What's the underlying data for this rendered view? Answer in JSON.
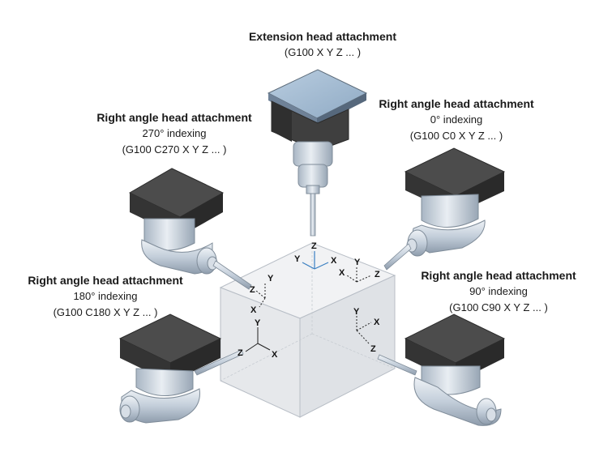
{
  "labels": {
    "extension": {
      "title": "Extension head attachment",
      "code": "(G100 X Y Z ... )"
    },
    "ra_270": {
      "title": "Right angle head attachment",
      "indexing": "270° indexing",
      "code": "(G100 C270 X Y Z ... )"
    },
    "ra_0": {
      "title": "Right angle head attachment",
      "indexing": "0° indexing",
      "code": "(G100 C0 X Y Z ... )"
    },
    "ra_180": {
      "title": "Right angle head attachment",
      "indexing": "180° indexing",
      "code": "(G100 C180 X Y Z ... )"
    },
    "ra_90": {
      "title": "Right angle head attachment",
      "indexing": "90° indexing",
      "code": "(G100 C90 X Y Z ... )"
    }
  },
  "axes": {
    "x": "X",
    "y": "Y",
    "z": "Z"
  },
  "colors": {
    "head_dark": "#3c3c3c",
    "head_top": "#4a4a4a",
    "metal": "#c9d4df",
    "block_side": "#e9ebee",
    "block_top": "#f1f2f4",
    "accent_axis": "#3a7fc1"
  }
}
